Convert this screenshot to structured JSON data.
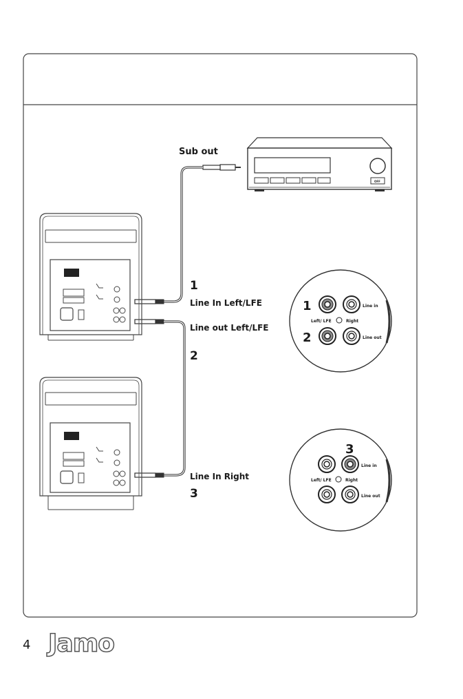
{
  "labels": {
    "sub_out": "Sub out",
    "step1_num": "1",
    "step1_text": "Line In Left/LFE",
    "step2_text": "Line out Left/LFE",
    "step2_num": "2",
    "step3_text": "Line In Right",
    "step3_num": "3"
  },
  "amplifier": {
    "button_label": "OFF"
  },
  "detail1": {
    "num1": "1",
    "num2": "2",
    "line_in": "Line in",
    "line_out": "Line out",
    "left_lfe": "Left/ LFE",
    "right": "Right"
  },
  "detail2": {
    "num3": "3",
    "line_in": "Line in",
    "line_out": "Line out",
    "left_lfe": "Left/ LFE",
    "right": "Right"
  },
  "footer": {
    "page_number": "4",
    "logo": "Jamo"
  },
  "colors": {
    "frame": "#444444",
    "cable": "#333333",
    "highlight_jack": "#8a8a8a"
  }
}
